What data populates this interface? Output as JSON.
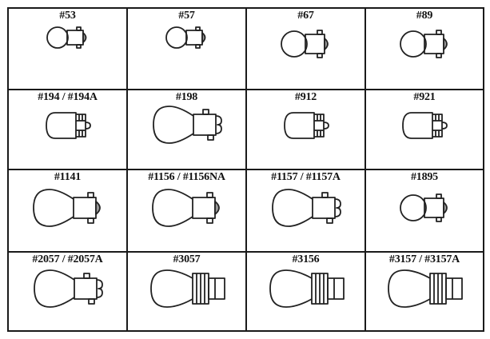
{
  "chart_data": {
    "type": "table",
    "title": "",
    "rows": 4,
    "columns": 4,
    "cells": [
      [
        "#53",
        "#57",
        "#67",
        "#89"
      ],
      [
        "#194 / #194A",
        "#198",
        "#912",
        "#921"
      ],
      [
        "#1141",
        "#1156 / #1156NA",
        "#1157 / #1157A",
        "#1895"
      ],
      [
        "#2057 / #2057A",
        "#3057",
        "#3156",
        "#3157 / #3157A"
      ]
    ]
  },
  "bulbs": [
    {
      "label": "#53",
      "icon": "mini-bayonet-bulb-icon"
    },
    {
      "label": "#57",
      "icon": "mini-bayonet-bulb-icon"
    },
    {
      "label": "#67",
      "icon": "round-bayonet-bulb-icon"
    },
    {
      "label": "#89",
      "icon": "round-bayonet-bulb-icon"
    },
    {
      "label": "#194 / #194A",
      "icon": "wedge-bulb-icon"
    },
    {
      "label": "#198",
      "icon": "dual-contact-bayonet-bulb-icon"
    },
    {
      "label": "#912",
      "icon": "wedge-bulb-icon"
    },
    {
      "label": "#921",
      "icon": "wedge-bulb-icon"
    },
    {
      "label": "#1141",
      "icon": "single-contact-bayonet-bulb-icon"
    },
    {
      "label": "#1156 / #1156NA",
      "icon": "single-contact-bayonet-bulb-icon"
    },
    {
      "label": "#1157 / #1157A",
      "icon": "dual-contact-bayonet-bulb-icon"
    },
    {
      "label": "#1895",
      "icon": "round-bayonet-bulb-icon"
    },
    {
      "label": "#2057 / #2057A",
      "icon": "dual-contact-bayonet-bulb-icon"
    },
    {
      "label": "#3057",
      "icon": "wedge-base-large-bulb-icon"
    },
    {
      "label": "#3156",
      "icon": "wedge-base-large-bulb-icon"
    },
    {
      "label": "#3157 / #3157A",
      "icon": "wedge-base-large-bulb-icon"
    }
  ]
}
